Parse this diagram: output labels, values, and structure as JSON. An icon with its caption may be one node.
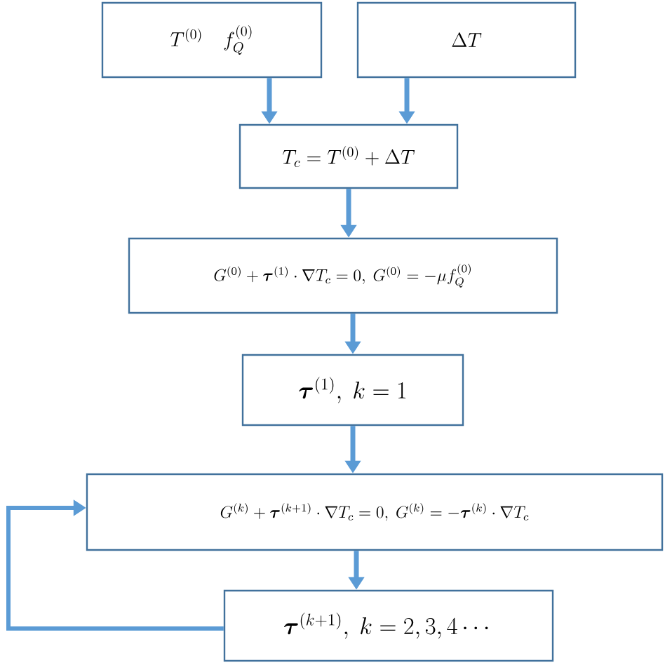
{
  "diagram": {
    "nodes": [
      {
        "text": [
          "T^{(0)}\\quad f_Q^{(0)}"
        ]
      },
      {
        "text": [
          "\\Delta T"
        ]
      },
      {
        "text": [
          "T_c = T^{(0)} + \\Delta T"
        ]
      },
      {
        "text": [
          "G^{(0)} + \\boldsymbol{\\tau}^{(1)}\\cdot\\nabla T_c = 0,\\ G^{(0)} = -\\mu f_Q^{(0)}"
        ]
      },
      {
        "text": [
          "\\boldsymbol{\\tau}^{(1)},\\ k = 1"
        ]
      },
      {
        "text": [
          "G^{(k)} + \\boldsymbol{\\tau}^{(k+1)}\\cdot\\nabla T_c = 0,\\ G^{(k)} = -\\boldsymbol{\\tau}^{(k)}\\cdot\\nabla T_c"
        ]
      },
      {
        "text": [
          "\\boldsymbol{\\tau}^{(k+1)},\\ k = 2,3,4\\cdots"
        ]
      }
    ],
    "edges": [
      {
        "from": 0,
        "to": 2,
        "arrow": "to"
      },
      {
        "from": 1,
        "to": 2,
        "arrow": "to"
      },
      {
        "from": 2,
        "to": 3,
        "arrow": "to"
      },
      {
        "from": 3,
        "to": 4,
        "arrow": "to"
      },
      {
        "from": 4,
        "to": 5,
        "arrow": "to"
      },
      {
        "from": 5,
        "to": 6,
        "arrow": "to"
      },
      {
        "from": 6,
        "to": 5,
        "arrow": "to"
      }
    ]
  }
}
